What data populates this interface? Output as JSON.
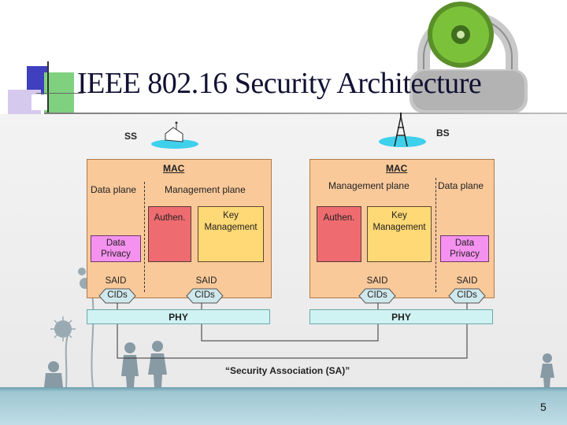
{
  "slide": {
    "title": "IEEE 802.16 Security Architecture",
    "page_number": "5"
  },
  "diagram": {
    "ss": {
      "label": "SS"
    },
    "bs": {
      "label": "BS"
    },
    "left_stack": {
      "mac_label": "MAC",
      "data_plane": "Data plane",
      "management_plane": "Management plane",
      "authen": "Authen.",
      "key_line1": "Key",
      "key_line2": "Management",
      "privacy_line1": "Data",
      "privacy_line2": "Privacy",
      "said_left": "SAID",
      "said_right": "SAID",
      "cids_left": "CIDs",
      "cids_right": "CIDs",
      "phy": "PHY"
    },
    "right_stack": {
      "mac_label": "MAC",
      "data_plane": "Data plane",
      "management_plane": "Management plane",
      "authen": "Authen.",
      "key_line1": "Key",
      "key_line2": "Management",
      "privacy_line1": "Data",
      "privacy_line2": "Privacy",
      "said_left": "SAID",
      "said_right": "SAID",
      "cids_left": "CIDs",
      "cids_right": "CIDs",
      "phy": "PHY"
    },
    "sa_caption": "“Security Association (SA)”"
  },
  "colors": {
    "mac": "#f9c99a",
    "authen": "#ee6b6f",
    "key_management": "#ffd976",
    "data_privacy": "#f592ef",
    "phy": "#cff2f3",
    "cid_tag": "#cfe8ec",
    "ellipse": "#3fd0ec"
  },
  "icons": [
    "padlock-icon",
    "house-icon",
    "antenna-tower-icon"
  ]
}
